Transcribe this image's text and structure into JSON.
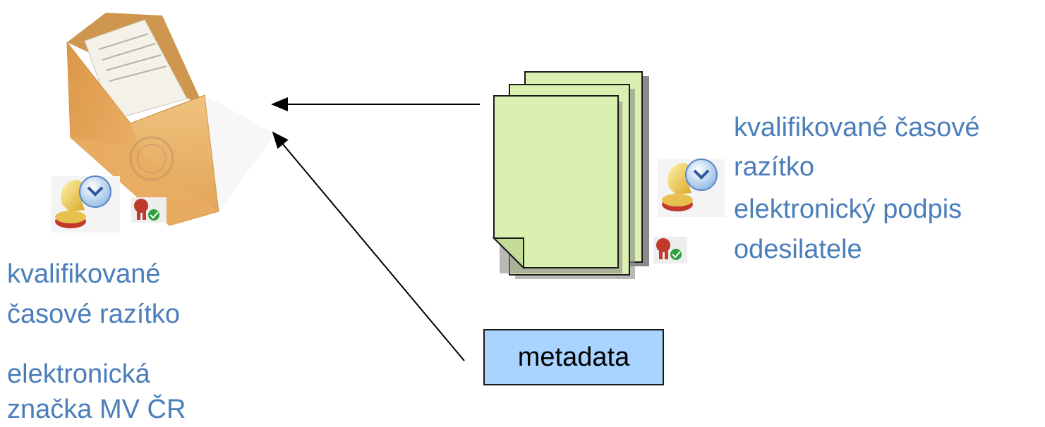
{
  "left_labels": {
    "line1": "kvalifikované",
    "line2": "časové razítko",
    "line3": "elektronická",
    "line4": "značka MV ČR"
  },
  "right_labels": {
    "line1": "kvalifikované časové",
    "line2": "razítko",
    "line3": "elektronický podpis",
    "line4": "odesilatele"
  },
  "metadata": {
    "label": "metadata"
  },
  "icons": {
    "envelope": "open-envelope-icon",
    "stamp": "timestamp-stamp-icon",
    "seal": "certificate-seal-icon",
    "documents": "document-stack-icon"
  },
  "colors": {
    "label_text": "#4a7ebb",
    "document_fill": "#d9f0b0",
    "metadata_fill": "#a8d4ff"
  }
}
